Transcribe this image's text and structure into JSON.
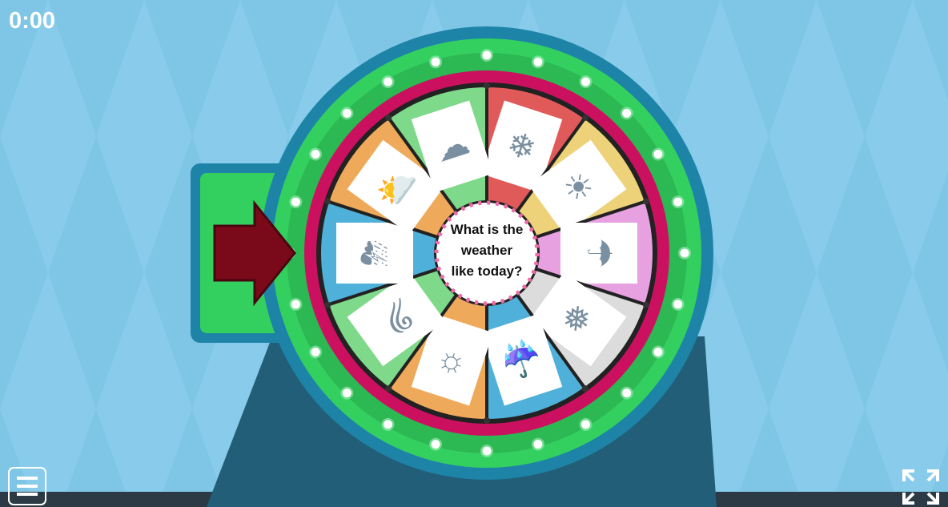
{
  "timer": "0:00",
  "wheel": {
    "question": "What is the weather like today?",
    "question_lines": [
      "What is the",
      "weather",
      "like today?"
    ],
    "segments": [
      {
        "icon": "cold-thermometer-snowflake-icon",
        "glyph": "❄",
        "color": "#e05a5a"
      },
      {
        "icon": "sunny-icon",
        "glyph": "☀",
        "color": "#eed27a"
      },
      {
        "icon": "windy-umbrella-icon",
        "glyph": "☂",
        "color": "#e7a0e0"
      },
      {
        "icon": "snowy-icon",
        "glyph": "❅",
        "color": "#dcdcdc"
      },
      {
        "icon": "rainy-icon",
        "glyph": "☔",
        "color": "#4fb0da"
      },
      {
        "icon": "hot-thermometer-icon",
        "glyph": "☼",
        "color": "#eeaa5a"
      },
      {
        "icon": "windy-icon",
        "glyph": "༄",
        "color": "#7fd98a"
      },
      {
        "icon": "stormy-icon",
        "glyph": "⛈",
        "color": "#4fb0da"
      },
      {
        "icon": "partly-cloudy-icon",
        "glyph": "⛅",
        "color": "#eeaa5a"
      },
      {
        "icon": "cloudy-icon",
        "glyph": "☁",
        "color": "#7fd98a"
      }
    ]
  },
  "colors": {
    "green": "#33d060",
    "rim": "#cc1060",
    "blue": "#1d84a8",
    "stand": "#225e78",
    "arrow": "#7a0a1a"
  }
}
